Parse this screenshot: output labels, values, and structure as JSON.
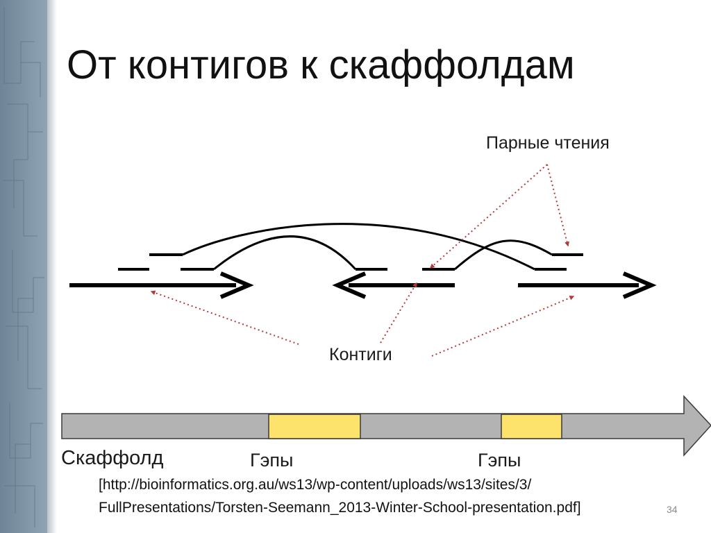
{
  "slide": {
    "title": "От контигов к скаффолдам",
    "labels": {
      "paired_reads": "Парные чтения",
      "contigs": "Контиги",
      "scaffold": "Скаффолд",
      "gaps_1": "Гэпы",
      "gaps_2": "Гэпы"
    },
    "reference": {
      "line1": "[http://bioinformatics.org.au/ws13/wp-content/uploads/ws13/sites/3/",
      "line2": "FullPresentations/Torsten-Seemann_2013-Winter-School-presentation.pdf]"
    },
    "slide_number": "34"
  },
  "colors": {
    "arrow": "#000000",
    "pointer": "#b33a3a",
    "scaffold_bar": "#b3b3b3",
    "gap_fill": "#fde26b",
    "side_band": "#7f95a6"
  }
}
